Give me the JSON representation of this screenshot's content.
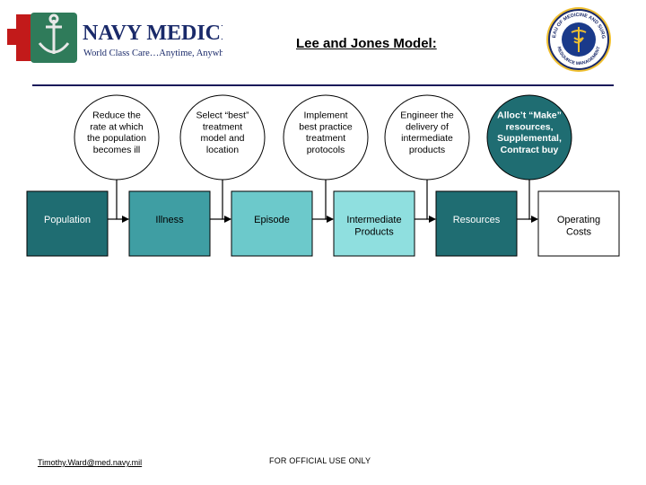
{
  "header": {
    "logo_title": "NAVY MEDICINE",
    "logo_tagline": "World Class Care…Anytime, Anywhere",
    "seal_ring_text": "BUREAU OF MEDICINE AND SURGERY",
    "seal_bottom_text": "RESOURCE MANAGEMENT",
    "title": "Lee and Jones Model:"
  },
  "colors": {
    "navy": "#1a1a5a",
    "box_population": "#1f6d72",
    "box_illness": "#3f9ea3",
    "box_episode": "#6cc9cb",
    "box_intermediate": "#8fdfdf",
    "box_resources": "#1f6d72",
    "box_costs": "#ffffff",
    "circle_light": "#ffffff",
    "circle_dark": "#1f6d72"
  },
  "diagram": {
    "circles": [
      {
        "text": [
          "Reduce the",
          "rate at which",
          "the population",
          "becomes ill"
        ],
        "style": "light"
      },
      {
        "text": [
          "Select “best”",
          "treatment",
          "model and",
          "location"
        ],
        "style": "light"
      },
      {
        "text": [
          "Implement",
          "best practice",
          "treatment",
          "protocols"
        ],
        "style": "light"
      },
      {
        "text": [
          "Engineer the",
          "delivery of",
          "intermediate",
          "products"
        ],
        "style": "light"
      },
      {
        "text": [
          "Alloc’t “Make”",
          "resources,",
          "Supplemental,",
          "Contract buy"
        ],
        "style": "dark"
      }
    ],
    "boxes": [
      {
        "text": [
          "Population"
        ],
        "style": "population"
      },
      {
        "text": [
          "Illness"
        ],
        "style": "illness"
      },
      {
        "text": [
          "Episode"
        ],
        "style": "episode"
      },
      {
        "text": [
          "Intermediate",
          "Products"
        ],
        "style": "intermediate"
      },
      {
        "text": [
          "Resources"
        ],
        "style": "resources"
      },
      {
        "text": [
          "Operating",
          "Costs"
        ],
        "style": "costs"
      }
    ]
  },
  "footer": {
    "email": "Timothy.Ward@med.navy.mil",
    "classification": "FOR OFFICIAL USE ONLY"
  }
}
